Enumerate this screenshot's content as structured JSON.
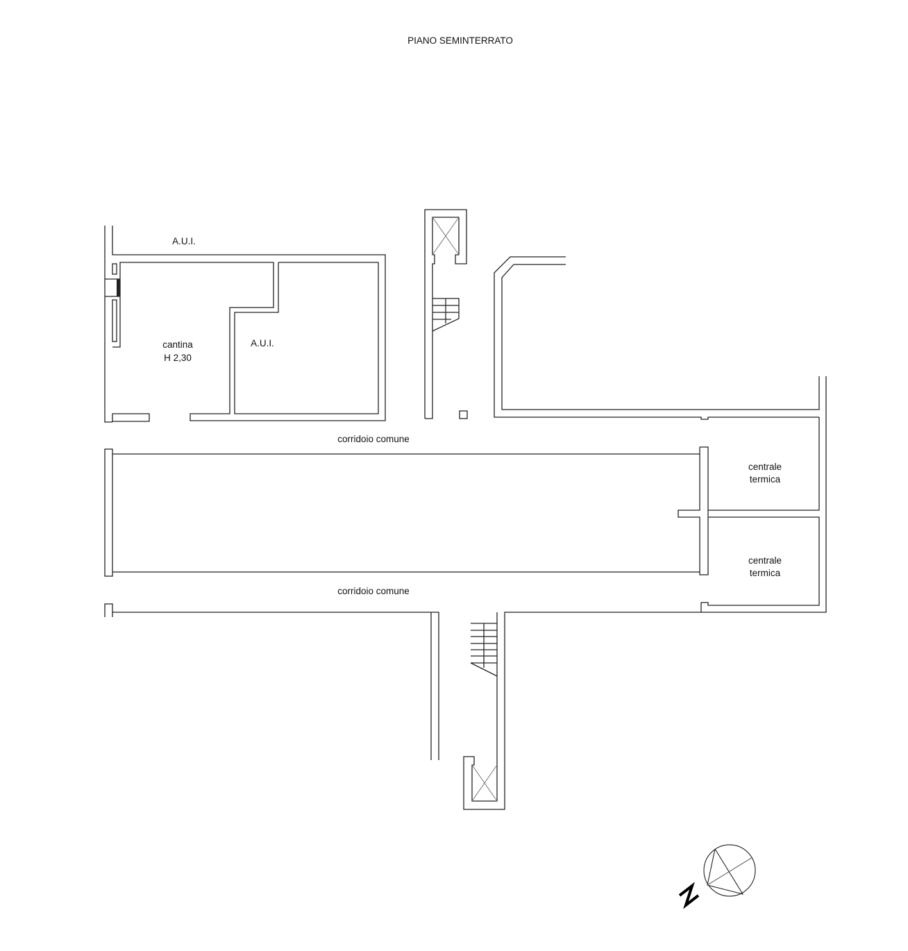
{
  "title": "PIANO SEMINTERRATO",
  "labels": {
    "aui_top": "A.U.I.",
    "cantina": "cantina",
    "cantina_height": "H 2,30",
    "aui_room": "A.U.I.",
    "corridor_1": "corridoio comune",
    "corridor_2": "corridoio comune",
    "centrale_1_line1": "centrale",
    "centrale_1_line2": "termica",
    "centrale_2_line1": "centrale",
    "centrale_2_line2": "termica"
  },
  "north_label": "N"
}
